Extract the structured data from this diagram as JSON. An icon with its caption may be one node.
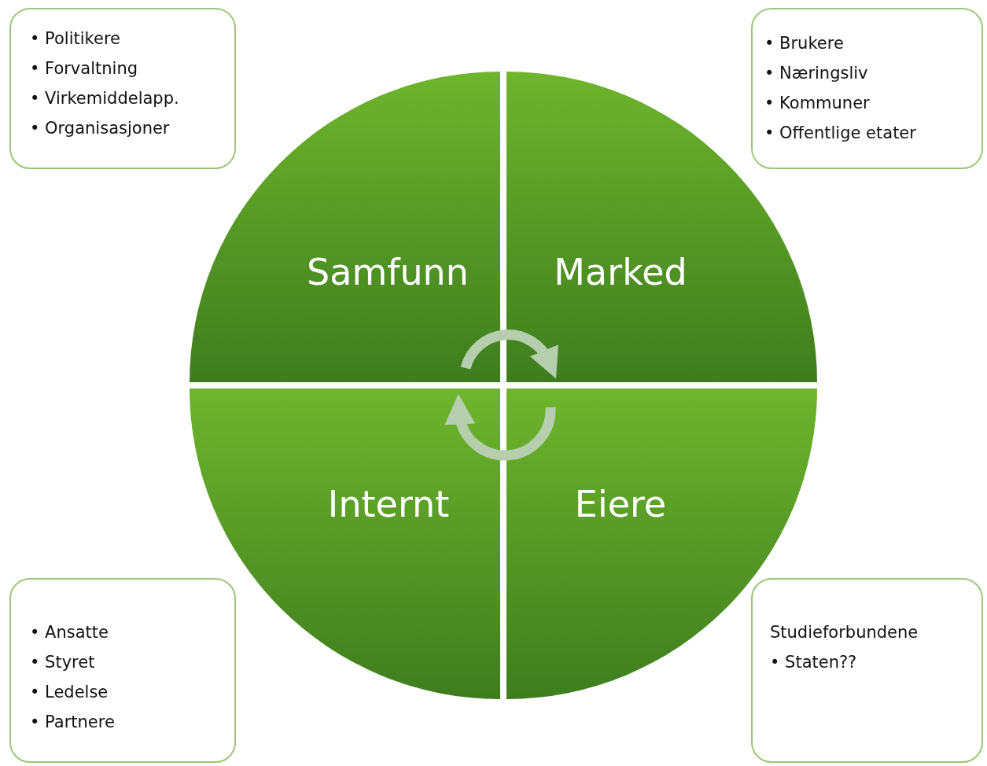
{
  "diagram": {
    "nodes": [
      {
        "text": [
          "• Politikere",
          "• Forvaltning",
          "• Virkemiddelapp.",
          "• Organisasjoner"
        ]
      },
      {
        "text": [
          "• Brukere",
          "• Næringsliv",
          "• Kommuner",
          "• Offentlige etater"
        ]
      },
      {
        "text": [
          "Samfunn"
        ]
      },
      {
        "text": [
          "Marked"
        ]
      },
      {
        "text": [
          "Internt"
        ]
      },
      {
        "text": [
          "Eiere"
        ]
      },
      {
        "text": [
          "• Ansatte",
          "• Styret",
          "• Ledelse",
          "• Partnere"
        ]
      },
      {
        "text": [
          "Studieforbundene",
          "• Staten??"
        ]
      }
    ],
    "edges": [
      {
        "from": 2,
        "to": 3,
        "arrow": "to"
      },
      {
        "from": 5,
        "to": 4,
        "arrow": "to"
      }
    ]
  }
}
